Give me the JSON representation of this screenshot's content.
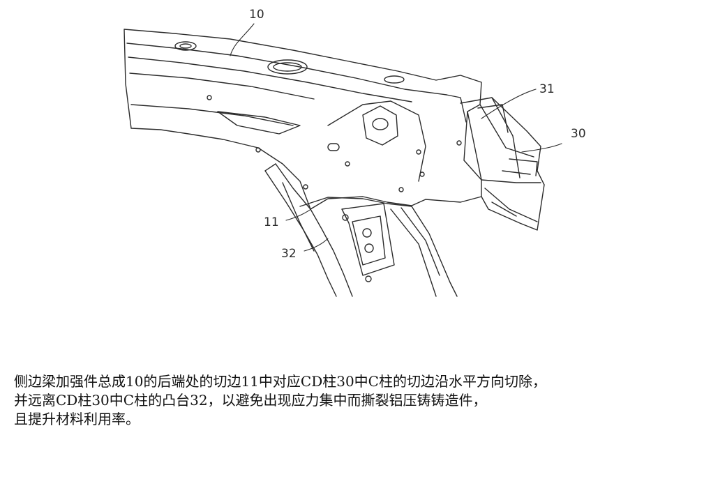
{
  "figure": {
    "reference_labels": [
      "10",
      "31",
      "30",
      "11",
      "32"
    ]
  },
  "caption": {
    "lines": [
      "侧边梁加强件总成10的后端处的切边11中对应CD柱30中C柱的切边沿水平方向切除，",
      "并远离CD柱30中C柱的凸台32，以避免出现应力集中而撕裂铝压铸铸造件，",
      "且提升材料利用率。"
    ]
  }
}
